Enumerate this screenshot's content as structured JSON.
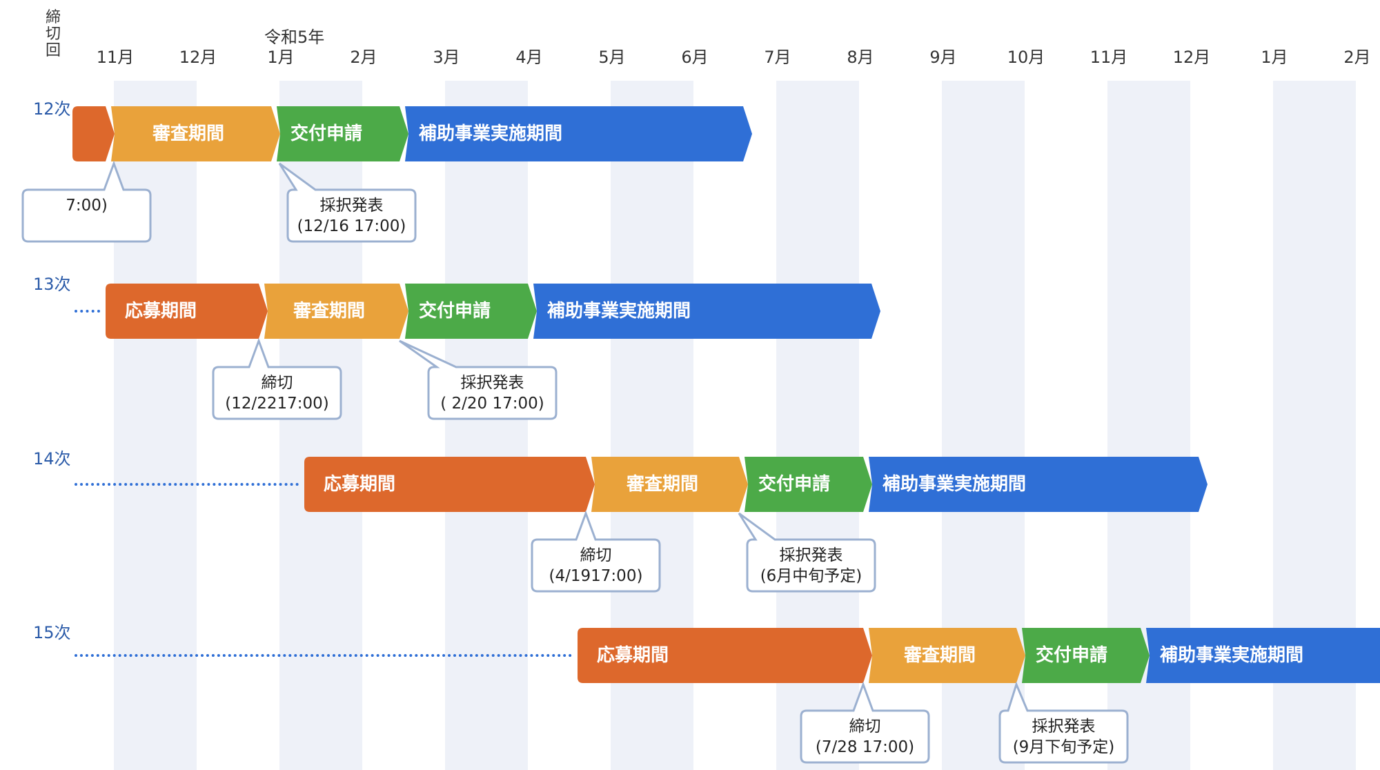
{
  "colors": {
    "application": "#dd682c",
    "review": "#e9a23b",
    "grant": "#4caa48",
    "implementation": "#2f6fd6",
    "stripe": "#eef1f8",
    "row_label": "#2a5aa8",
    "dots": "#2f6fd6",
    "callout_border": "#9bb0d0"
  },
  "header": {
    "deadline_column": [
      "締",
      "切",
      "回"
    ],
    "era_label": "令和5年",
    "months": [
      "11月",
      "12月",
      "1月",
      "2月",
      "3月",
      "4月",
      "5月",
      "6月",
      "7月",
      "8月",
      "9月",
      "10月",
      "11月",
      "12月",
      "1月",
      "2月"
    ]
  },
  "rounds": [
    {
      "label": "12次",
      "segments": [
        {
          "phase": "application",
          "label": "",
          "start": -0.6,
          "end": -0.1
        },
        {
          "phase": "review",
          "label": "審査期間",
          "start": -0.1,
          "end": 1.9
        },
        {
          "phase": "grant",
          "label": "交付申請",
          "start": 1.9,
          "end": 3.45
        },
        {
          "phase": "implementation",
          "label": "補助事業実施期間",
          "start": 3.45,
          "end": 7.6
        }
      ],
      "callouts": [
        {
          "title": "",
          "detail": "7:00)",
          "x": -1.1,
          "pointer": 0.0
        },
        {
          "title": "採択発表",
          "detail": "(12/16 17:00)",
          "x": 2.1,
          "pointer": 2.0
        }
      ]
    },
    {
      "label": "13次",
      "segments": [
        {
          "phase": "application",
          "label": "応募期間",
          "start": -0.1,
          "end": 1.75
        },
        {
          "phase": "review",
          "label": "審査期間",
          "start": 1.75,
          "end": 3.45
        },
        {
          "phase": "grant",
          "label": "交付申請",
          "start": 3.45,
          "end": 5.0
        },
        {
          "phase": "implementation",
          "label": "補助事業実施期間",
          "start": 5.0,
          "end": 9.15
        }
      ],
      "callouts": [
        {
          "title": "締切",
          "detail": "(12/2217:00)",
          "x": 1.2,
          "pointer": 1.75
        },
        {
          "title": "採択発表",
          "detail": "( 2/20 17:00)",
          "x": 3.8,
          "pointer": 3.45
        }
      ]
    },
    {
      "label": "14次",
      "segments": [
        {
          "phase": "application",
          "label": "応募期間",
          "start": 2.3,
          "end": 5.7
        },
        {
          "phase": "review",
          "label": "審査期間",
          "start": 5.7,
          "end": 7.55
        },
        {
          "phase": "grant",
          "label": "交付申請",
          "start": 7.55,
          "end": 9.05
        },
        {
          "phase": "implementation",
          "label": "補助事業実施期間",
          "start": 9.05,
          "end": 13.1
        }
      ],
      "callouts": [
        {
          "title": "締切",
          "detail": "(4/1917:00)",
          "x": 5.05,
          "pointer": 5.7
        },
        {
          "title": "採択発表",
          "detail": "(6月中旬予定)",
          "x": 7.65,
          "pointer": 7.55
        }
      ]
    },
    {
      "label": "15次",
      "segments": [
        {
          "phase": "application",
          "label": "応募期間",
          "start": 5.6,
          "end": 9.05
        },
        {
          "phase": "review",
          "label": "審査期間",
          "start": 9.05,
          "end": 10.9
        },
        {
          "phase": "grant",
          "label": "交付申請",
          "start": 10.9,
          "end": 12.4
        },
        {
          "phase": "implementation",
          "label": "補助事業実施期間",
          "start": 12.4,
          "end": 15.4
        }
      ],
      "callouts": [
        {
          "title": "締切",
          "detail": "(7/28 17:00)",
          "x": 8.3,
          "pointer": 9.05
        },
        {
          "title": "採択発表",
          "detail": "(9月下旬予定)",
          "x": 10.7,
          "pointer": 10.9
        }
      ]
    }
  ]
}
